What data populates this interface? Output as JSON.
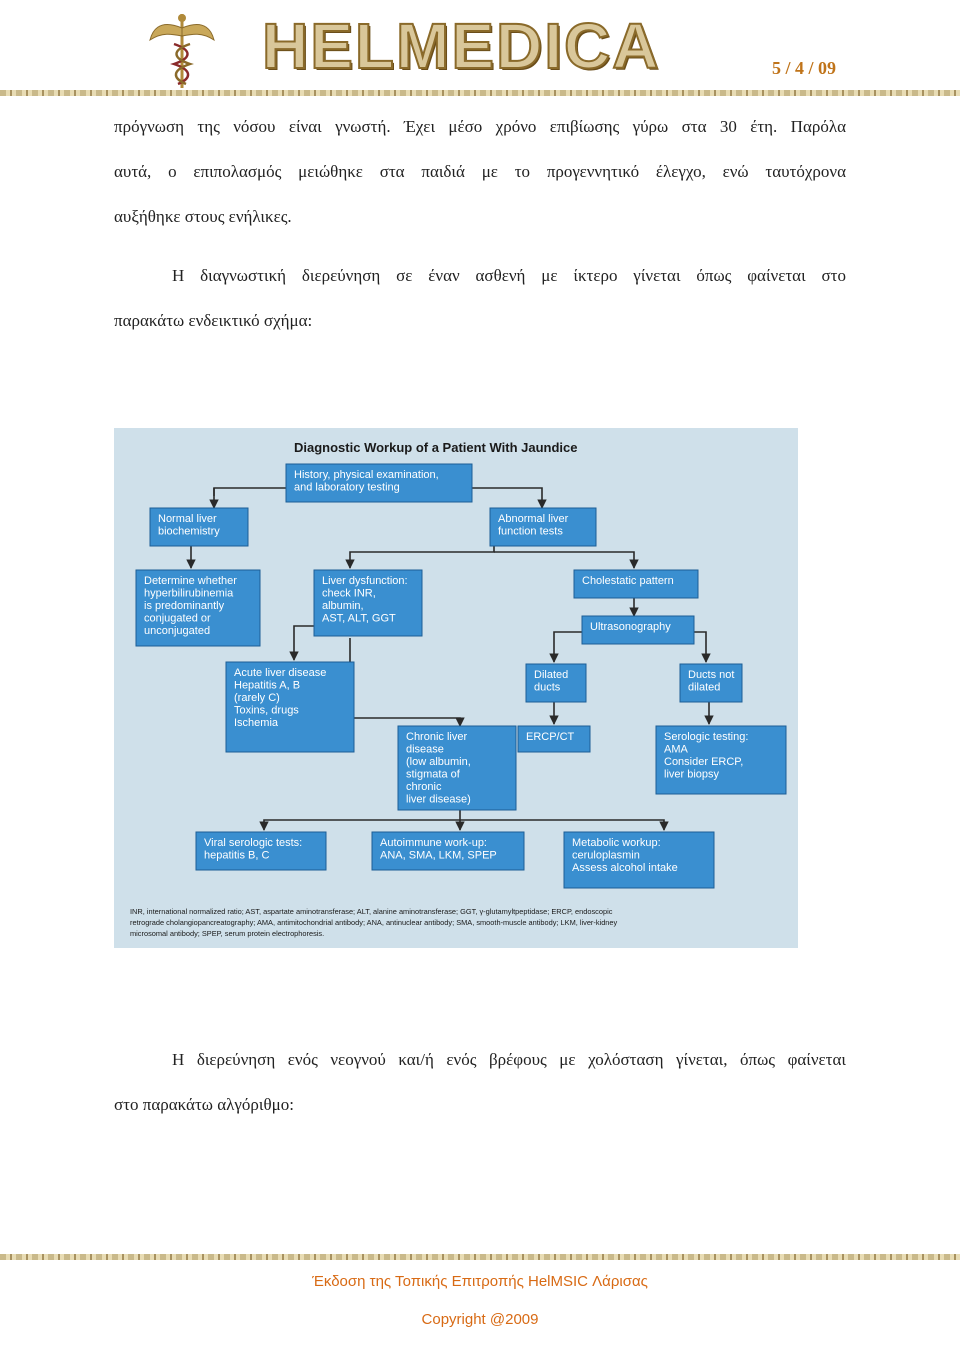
{
  "header": {
    "logo_text": "HELMEDICA",
    "date": "5 / 4 / 09"
  },
  "body": {
    "para1_lines": [
      "πρόγνωση της νόσου είναι γνωστή. Έχει μέσο χρόνο επιβίωσης γύρω στα 30 έτη. Παρόλα",
      "αυτά, ο επιπολασμός μειώθηκε στα παιδιά με το προγεννητικό έλεγχο, ενώ ταυτόχρονα",
      "αυξήθηκε στους ενήλικες."
    ],
    "para2_lines": [
      "Η διαγνωστική διερεύνηση σε έναν ασθενή με ίκτερο γίνεται όπως φαίνεται στο",
      "παρακάτω ενδεικτικό σχήμα:"
    ],
    "para3_lines": [
      "Η διερεύνηση ενός νεογνού και/ή ενός βρέφους με χολόσταση γίνεται, όπως φαίνεται",
      "στο παρακάτω αλγόριθμο:"
    ]
  },
  "figure": {
    "title": "Diagnostic Workup of a Patient With Jaundice",
    "boxes": {
      "history": [
        "History, physical examination,",
        "and laboratory testing"
      ],
      "normal": [
        "Normal liver",
        "biochemistry"
      ],
      "abnormal": [
        "Abnormal liver",
        "function tests"
      ],
      "determine": [
        "Determine whether",
        "hyperbilirubinemia",
        "is predominantly",
        "conjugated or",
        "unconjugated"
      ],
      "dysfunction": [
        "Liver dysfunction:",
        "check INR,",
        "albumin,",
        "AST, ALT, GGT"
      ],
      "cholestatic": [
        "Cholestatic pattern"
      ],
      "ultrasonography": [
        "Ultrasonography"
      ],
      "acute": [
        "Acute liver disease",
        "Hepatitis A, B",
        "(rarely C)",
        "Toxins, drugs",
        "Ischemia"
      ],
      "dilated": [
        "Dilated",
        "ducts"
      ],
      "ductsnot": [
        "Ducts not",
        "dilated"
      ],
      "chronic": [
        "Chronic liver",
        "disease",
        "(low albumin,",
        "stigmata of",
        "chronic",
        "liver disease)"
      ],
      "ercp": [
        "ERCP/CT"
      ],
      "serologic": [
        "Serologic testing:",
        "AMA",
        "Consider ERCP,",
        "liver biopsy"
      ],
      "viral": [
        "Viral serologic tests:",
        "hepatitis B, C"
      ],
      "autoimmune": [
        "Autoimmune work-up:",
        "ANA, SMA, LKM, SPEP"
      ],
      "metabolic": [
        "Metabolic workup:",
        "ceruloplasmin",
        "Assess alcohol intake"
      ]
    },
    "footnote": [
      "INR, international normalized ratio; AST, aspartate aminotransferase; ALT, alanine aminotransferase; GGT, γ-glutamyltpeptidase; ERCP, endoscopic",
      "retrograde cholangiopancreatography; AMA, antimitochondrial antibody; ANA, antinuclear antibody; SMA, smooth-muscle antibody; LKM, liver-kidney",
      "microsomal antibody; SPEP, serum protein electrophoresis."
    ],
    "colors": {
      "background": "#cfe0ea",
      "box": "#3a8fd0",
      "box_border": "#1c5e96",
      "text": "#ffffff",
      "line": "#2a2a2a"
    }
  },
  "footer": {
    "line1": "Έκδοση της Τοπικής Επιτροπής HelMSIC Λάρισας",
    "line2": "Copyright @2009"
  }
}
